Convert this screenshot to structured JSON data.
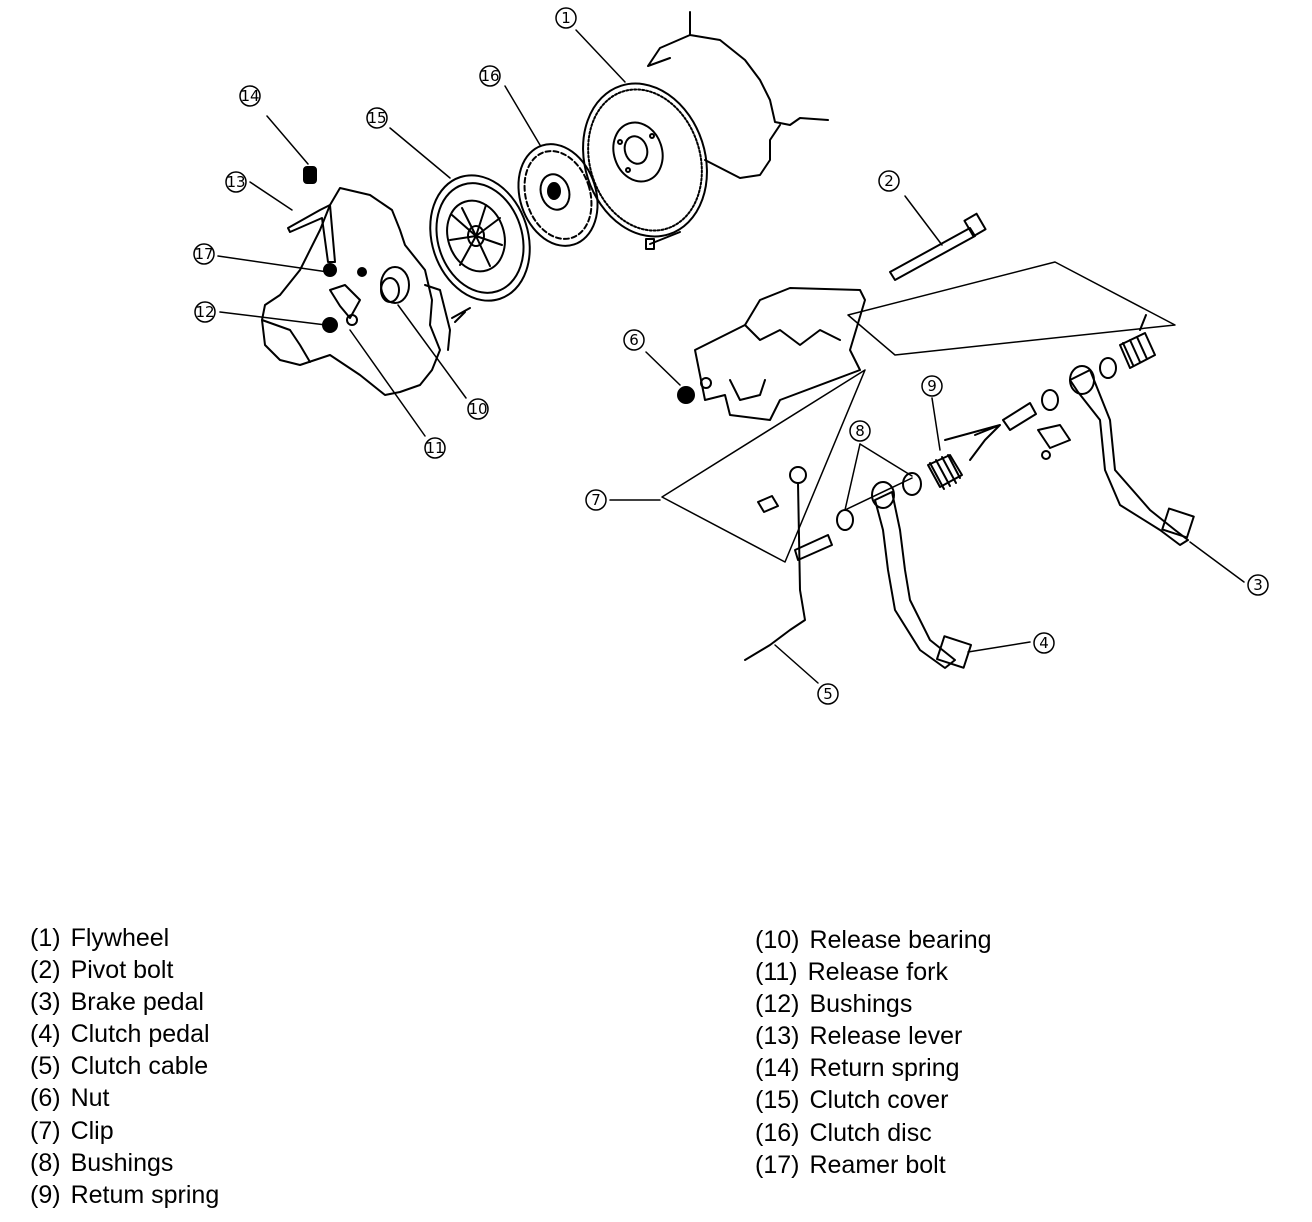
{
  "diagram": {
    "callouts": [
      {
        "num": "1"
      },
      {
        "num": "2"
      },
      {
        "num": "3"
      },
      {
        "num": "4"
      },
      {
        "num": "5"
      },
      {
        "num": "6"
      },
      {
        "num": "7"
      },
      {
        "num": "8"
      },
      {
        "num": "9"
      },
      {
        "num": "10"
      },
      {
        "num": "11"
      },
      {
        "num": "12"
      },
      {
        "num": "13"
      },
      {
        "num": "14"
      },
      {
        "num": "15"
      },
      {
        "num": "16"
      },
      {
        "num": "17"
      }
    ]
  },
  "legend": {
    "left": [
      {
        "num": "(1)",
        "label": "Flywheel"
      },
      {
        "num": "(2)",
        "label": "Pivot bolt"
      },
      {
        "num": "(3)",
        "label": "Brake pedal"
      },
      {
        "num": "(4)",
        "label": "Clutch pedal"
      },
      {
        "num": "(5)",
        "label": "Clutch cable"
      },
      {
        "num": "(6)",
        "label": "Nut"
      },
      {
        "num": "(7)",
        "label": "Clip"
      },
      {
        "num": "(8)",
        "label": "Bushings"
      },
      {
        "num": "(9)",
        "label": "Retum spring"
      }
    ],
    "right": [
      {
        "num": "(10)",
        "label": "Release bearing"
      },
      {
        "num": "(11)",
        "label": "Release fork"
      },
      {
        "num": "(12)",
        "label": "Bushings"
      },
      {
        "num": "(13)",
        "label": "Release lever"
      },
      {
        "num": "(14)",
        "label": "Return spring"
      },
      {
        "num": "(15)",
        "label": "Clutch cover"
      },
      {
        "num": "(16)",
        "label": "Clutch disc"
      },
      {
        "num": "(17)",
        "label": "Reamer bolt"
      }
    ]
  }
}
